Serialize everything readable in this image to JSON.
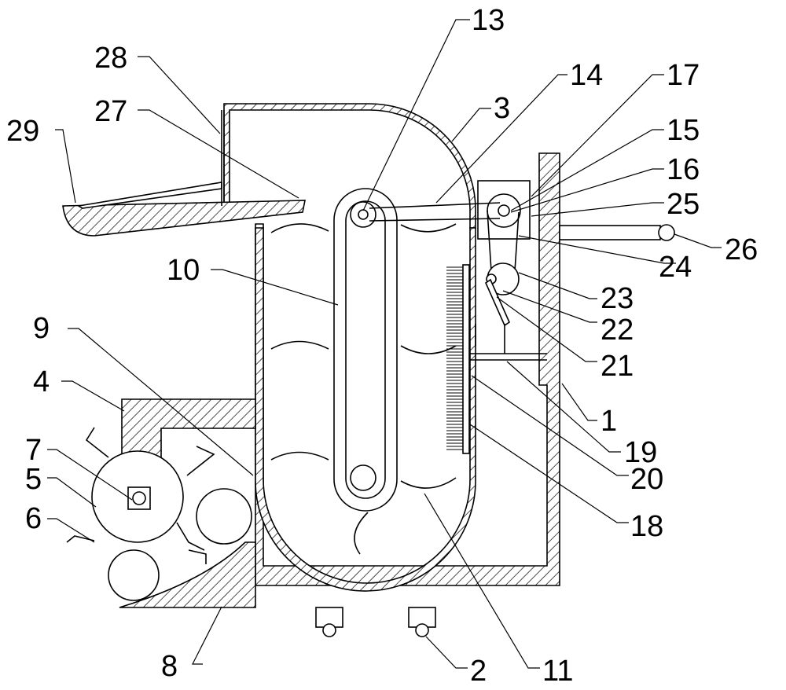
{
  "figure": {
    "labels": {
      "l1": "1",
      "l2": "2",
      "l3": "3",
      "l4": "4",
      "l5": "5",
      "l6": "6",
      "l7": "7",
      "l8": "8",
      "l9": "9",
      "l10": "10",
      "l11": "11",
      "l13": "13",
      "l14": "14",
      "l15": "15",
      "l16": "16",
      "l17": "17",
      "l18": "18",
      "l19": "19",
      "l20": "20",
      "l21": "21",
      "l22": "22",
      "l23": "23",
      "l24": "24",
      "l25": "25",
      "l26": "26",
      "l27": "27",
      "l28": "28",
      "l29": "29"
    }
  }
}
